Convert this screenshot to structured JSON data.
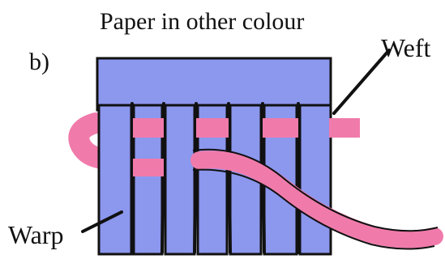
{
  "title": "Paper in other colour",
  "part_label": "b)",
  "labels": {
    "weft": "Weft",
    "warp": "Warp"
  },
  "colors": {
    "paper": "#8c97ee",
    "strip": "#f07bab",
    "outline": "#111111",
    "background": "#ffffff"
  }
}
